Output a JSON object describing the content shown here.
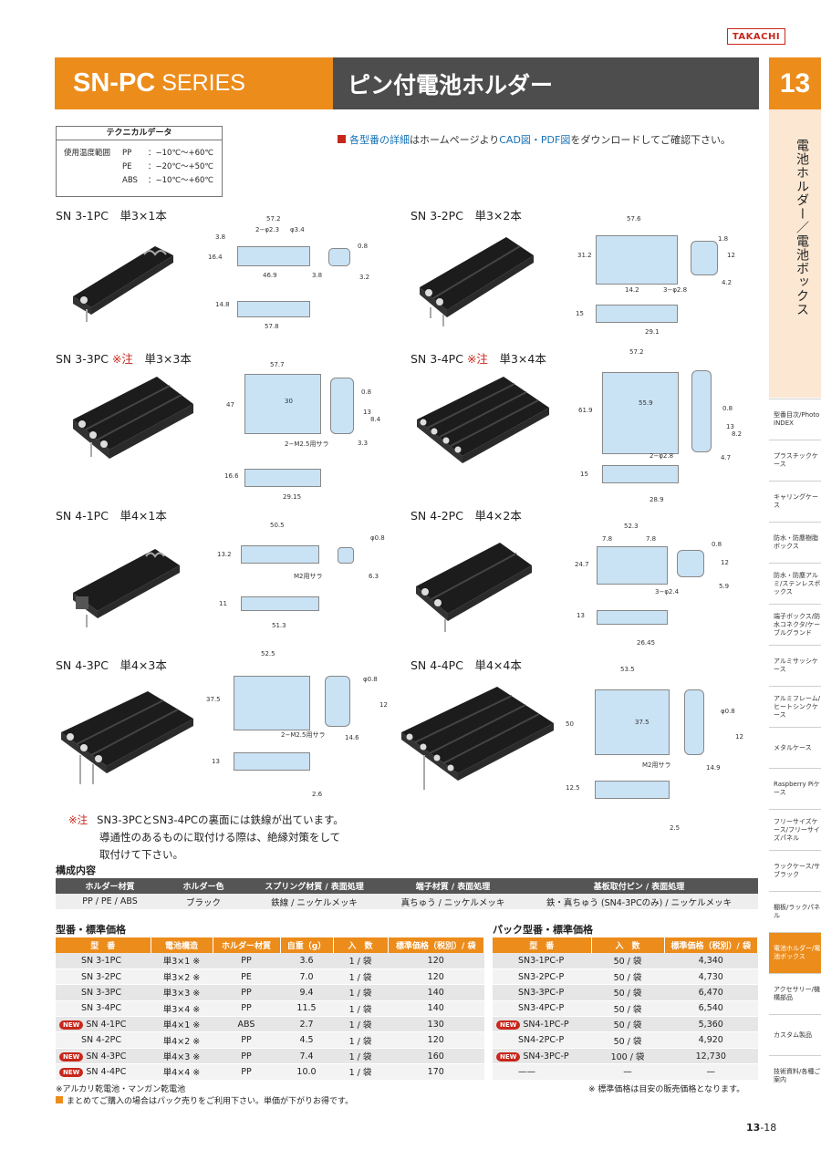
{
  "brand": "TAKACHI",
  "header": {
    "series_main": "SN-PC",
    "series_sub": "SERIES",
    "title": "ピン付電池ホルダー",
    "chapter": "13"
  },
  "side": {
    "vertical_title": "電池ホルダー／電池ボックス",
    "nav": [
      "型番目次/Photo INDEX",
      "プラスチックケース",
      "キャリングケース",
      "防水・防塵樹脂ボックス",
      "防水・防塵アルミ/ステンレスボックス",
      "端子ボックス/防水コネクタ/ケーブルグランド",
      "アルミサッシケース",
      "アルミフレーム/ヒートシンクケース",
      "メタルケース",
      "Raspberry Piケース",
      "フリーサイズケース/フリーサイズパネル",
      "ラックケース/サブラック",
      "棚板/ラックパネル",
      "電池ホルダー/電池ボックス",
      "アクセサリー/機構部品",
      "カスタム製品",
      "技術資料/各種ご案内"
    ]
  },
  "tech": {
    "title": "テクニカルデータ",
    "label": "使用温度範囲",
    "rows": [
      {
        "mat": "PP",
        "range": "：−10℃〜+60℃"
      },
      {
        "mat": "PE",
        "range": "：−20℃〜+50℃"
      },
      {
        "mat": "ABS",
        "range": "：−10℃〜+60℃"
      }
    ]
  },
  "notice": {
    "part1": "各型番の詳細",
    "part2": "はホームページより",
    "part3": "CAD図・PDF図",
    "part4": "をダウンロードしてご確認下さい。"
  },
  "products": [
    {
      "model": "SN 3-1PC",
      "note": "",
      "spec": "単3×1本"
    },
    {
      "model": "SN 3-2PC",
      "note": "",
      "spec": "単3×2本"
    },
    {
      "model": "SN 3-3PC",
      "note": "※注",
      "spec": "単3×3本"
    },
    {
      "model": "SN 3-4PC",
      "note": "※注",
      "spec": "単3×4本"
    },
    {
      "model": "SN 4-1PC",
      "note": "",
      "spec": "単4×1本"
    },
    {
      "model": "SN 4-2PC",
      "note": "",
      "spec": "単4×2本"
    },
    {
      "model": "SN 4-3PC",
      "note": "",
      "spec": "単4×3本"
    },
    {
      "model": "SN 4-4PC",
      "note": "",
      "spec": "単4×4本"
    }
  ],
  "dims": {
    "d1": {
      "w": "57.2",
      "h": "16.4",
      "a": "3.8",
      "b": "46.9",
      "c": "57.8",
      "d": "14.8",
      "e": "2−φ2.3",
      "f": "φ3.4",
      "g": "0.8",
      "k": "3.8",
      "m": "3.2"
    },
    "d2": {
      "w": "57.6",
      "h": "31.2",
      "a": "14.2",
      "b": "29.1",
      "c": "3−φ2.8",
      "d": "15",
      "e": "4.2",
      "g": "1.8",
      "k": "12"
    },
    "d3": {
      "w": "57.7",
      "h": "47",
      "a": "30",
      "b": "29.15",
      "c": "2−M2.5用サラ",
      "d": "16.6",
      "e": "3.3",
      "g": "0.8",
      "k": "13",
      "m": "8.4"
    },
    "d4": {
      "w": "57.2",
      "h": "61.9",
      "a": "55.9",
      "b": "28.9",
      "c": "2−φ2.8",
      "d": "15",
      "e": "4.7",
      "g": "0.8",
      "k": "13",
      "m": "8.2"
    },
    "d5": {
      "w": "50.5",
      "h": "13.2",
      "a": "M2用サラ",
      "b": "51.3",
      "c": "11",
      "d": "6.3",
      "e": "φ0.8"
    },
    "d6": {
      "w": "52.3",
      "h": "24.7",
      "a": "7.8",
      "b": "7.8",
      "c": "3−φ2.4",
      "d": "26.45",
      "e": "13",
      "g": "0.8",
      "k": "12",
      "m": "5.9"
    },
    "d7": {
      "w": "52.5",
      "h": "37.5",
      "a": "2−M2.5用サラ",
      "b": "13",
      "c": "2.6",
      "d": "14.6",
      "e": "φ0.8",
      "g": "12"
    },
    "d8": {
      "w": "53.5",
      "h": "50",
      "a": "M2用サラ",
      "b": "12.5",
      "c": "2.5",
      "d": "14.9",
      "e": "φ0.8",
      "g": "12",
      "k": "37.5"
    }
  },
  "footnote": {
    "mark": "※注",
    "line1": "SN3-3PCとSN3-4PCの裏面には鉄線が出ています。",
    "line2": "導通性のあるものに取付ける際は、絶縁対策をして",
    "line3": "取付けて下さい。"
  },
  "composition": {
    "title": "構成内容",
    "headers": [
      "ホルダー材質",
      "ホルダー色",
      "スプリング材質 / 表面処理",
      "端子材質 / 表面処理",
      "基板取付ピン / 表面処理"
    ],
    "row": [
      "PP / PE / ABS",
      "ブラック",
      "鉄線 / ニッケルメッキ",
      "真ちゅう / ニッケルメッキ",
      "鉄・真ちゅう (SN4-3PCのみ) / ニッケルメッキ"
    ]
  },
  "price_table": {
    "title": "型番・標準価格",
    "headers": [
      "型　番",
      "電池構造",
      "ホルダー材質",
      "自重（g）",
      "入　数",
      "標準価格（税別）/ 袋"
    ],
    "new_label": "NEW",
    "rows": [
      {
        "new": false,
        "model": "SN 3-1PC",
        "struct": "単3×1 ※",
        "mat": "PP",
        "weight": "3.6",
        "qty": "1 / 袋",
        "price": "120"
      },
      {
        "new": false,
        "model": "SN 3-2PC",
        "struct": "単3×2 ※",
        "mat": "PE",
        "weight": "7.0",
        "qty": "1 / 袋",
        "price": "120"
      },
      {
        "new": false,
        "model": "SN 3-3PC",
        "struct": "単3×3 ※",
        "mat": "PP",
        "weight": "9.4",
        "qty": "1 / 袋",
        "price": "140"
      },
      {
        "new": false,
        "model": "SN 3-4PC",
        "struct": "単3×4 ※",
        "mat": "PP",
        "weight": "11.5",
        "qty": "1 / 袋",
        "price": "140"
      },
      {
        "new": true,
        "model": "SN 4-1PC",
        "struct": "単4×1 ※",
        "mat": "ABS",
        "weight": "2.7",
        "qty": "1 / 袋",
        "price": "130"
      },
      {
        "new": false,
        "model": "SN 4-2PC",
        "struct": "単4×2 ※",
        "mat": "PP",
        "weight": "4.5",
        "qty": "1 / 袋",
        "price": "120"
      },
      {
        "new": true,
        "model": "SN 4-3PC",
        "struct": "単4×3 ※",
        "mat": "PP",
        "weight": "7.4",
        "qty": "1 / 袋",
        "price": "160"
      },
      {
        "new": true,
        "model": "SN 4-4PC",
        "struct": "単4×4 ※",
        "mat": "PP",
        "weight": "10.0",
        "qty": "1 / 袋",
        "price": "170"
      }
    ]
  },
  "pack_table": {
    "title": "パック型番・標準価格",
    "headers": [
      "型　番",
      "入　数",
      "標準価格（税別）/ 袋"
    ],
    "rows": [
      {
        "new": false,
        "model": "SN3-1PC-P",
        "qty": "50 / 袋",
        "price": "4,340"
      },
      {
        "new": false,
        "model": "SN3-2PC-P",
        "qty": "50 / 袋",
        "price": "4,730"
      },
      {
        "new": false,
        "model": "SN3-3PC-P",
        "qty": "50 / 袋",
        "price": "6,470"
      },
      {
        "new": false,
        "model": "SN3-4PC-P",
        "qty": "50 / 袋",
        "price": "6,540"
      },
      {
        "new": true,
        "model": "SN4-1PC-P",
        "qty": "50 / 袋",
        "price": "5,360"
      },
      {
        "new": false,
        "model": "SN4-2PC-P",
        "qty": "50 / 袋",
        "price": "4,920"
      },
      {
        "new": true,
        "model": "SN4-3PC-P",
        "qty": "100 / 袋",
        "price": "12,730"
      },
      {
        "new": false,
        "model": "——",
        "qty": "—",
        "price": "—"
      }
    ]
  },
  "footer": {
    "note1": "※アルカリ乾電池・マンガン乾電池",
    "note2": "まとめてご購入の場合はパック売りをご利用下さい。単価が下がりお得です。",
    "note3": "※ 標準価格は目安の販売価格となります。",
    "page_bold": "13",
    "page_rest": "-18"
  }
}
